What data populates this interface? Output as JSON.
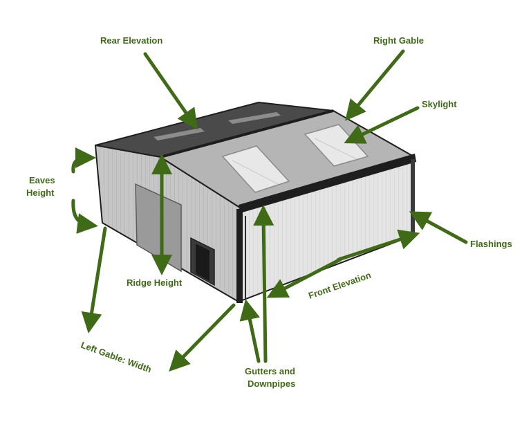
{
  "colors": {
    "accent_green": "#3f6b16",
    "roof_dark": "#4a4a4a",
    "wall_light": "#e6e6e6",
    "wall_mid": "#c9c9c9",
    "frame_black": "#1e1e1e"
  },
  "labels": {
    "rear_elevation": "Rear Elevation",
    "right_gable": "Right Gable",
    "skylight": "Skylight",
    "eaves_height_line1": "Eaves",
    "eaves_height_line2": "Height",
    "ridge_height": "Ridge Height",
    "flashings": "Flashings",
    "front_elevation": "Front Elevation",
    "left_gable_width": "Left Gable: Width",
    "gutters_line1": "Gutters and",
    "gutters_line2": "Downpipes"
  }
}
